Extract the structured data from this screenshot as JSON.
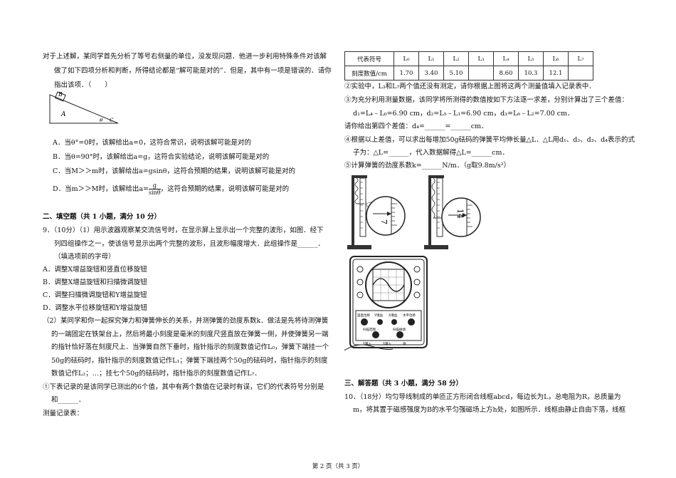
{
  "left": {
    "intro": [
      "对于上述解，某同学首先分析了等号右侧量的单位，没发现问题．他进一步利用特殊条件对该解",
      "做了如下四项分析和判断，所得结论都是“解可能是对的”．但是，其中有一项是错误的．请你",
      "指出该项．（　　）"
    ],
    "figure_labels": {
      "B": "B",
      "A": "A",
      "theta": "θ",
      "C": "C"
    },
    "options": [
      "A．当θ°=0时，该解给出a=0，这符合常识，说明该解可能是对的",
      "B．当θ=90°时，该解给出a=g，这符合实验结论，说明该解可能是对的",
      "C．当M＞＞m时，该解给出a=gsinθ，这符合预期的结果，说明该解可能是对的"
    ],
    "option_d_pre": "D．当m＞＞M时，该解给出a=",
    "option_d_num": "g",
    "option_d_den": "sinθ",
    "option_d_post": "，这符合预期的结果，说明该解可能是对的",
    "sec2_title": "二、填空题（共 1 小题，满分 10 分）",
    "q9": [
      "9．（10分）（1）用示波器观察某交流信号时，在显示屏上显示出一个完整的波形，如图．经下",
      "列四组操作之一，使该信号显示出两个完整的波形，且波形幅度增大．此组操作是______．",
      "（填选项前的字母）"
    ],
    "q9_options": [
      "A．调整X增益旋钮和竖直位移旋钮",
      "B．调整X增益旋钮和扫描微调旋钮",
      "C．调整扫描微调旋钮和Y增益旋钮",
      "D．调整水平位移旋钮和Y增益旋钮"
    ],
    "q9_2": [
      "（2）某同学和你一起探究弹力和弹簧伸长的关系，并测弹簧的劲度系数k．做法是先将待测弹簧",
      "的一端固定在铁架台上，然后将最小刻度是毫米的刻度尺竖直放在弹簧一侧，并使弹簧另一端",
      "的指针恰好落在刻度尺上．当弹簧自然下垂时，指针指示的刻度数值记作L₀，弹簧下端挂一个",
      "50g的砝码时，指针指示的刻度数值记作L₁；弹簧下端挂两个50g的砝码时，指针指示的刻度",
      "数值记作L₂；…；挂七个50g的砝码时，指针指示的刻度数值记作L₇．",
      "①下表记录的是该同学已测出的6个值，其中有两个数值在记录时有误，它们的代表符号分别是",
      "和______．",
      "测量记录表："
    ]
  },
  "table": {
    "header_label": "代表符号",
    "symbols": [
      "L₀",
      "L₁",
      "L₂",
      "L₃",
      "L₄",
      "L₅",
      "L₆",
      "L₇"
    ],
    "row_label": "刻度数值/cm",
    "values": [
      "1.70",
      "3.40",
      "5.10",
      "",
      "8.60",
      "10.3",
      "12.1",
      ""
    ]
  },
  "right": {
    "lines": [
      "②实验中，L₃和L₇两个值还没有测定，请你根据上图将这两个测量值填入记录表中．",
      "③为充分利用测量数据，该同学将所测得的数值按如下方法逐一求差，分别计算出了三个差值：",
      "d₁=L₄﹣L₀=6.90 cm，d₂=L₅﹣L₁=6.90 cm，d₃=L₆﹣L₂=7.00 cm．",
      "请你给出第四个差值：d₄=______=______cm．",
      "④根据以上差值，可以求出每增加50g砝码的弹簧平均伸长量△L．△L用d₁、d₂、d₃、d₄表示的式",
      "子为：△L=______，代入数据解得△L=______cm．",
      "⑤计算弹簧的劲度系数k=______N/m．（g取9.8m/s²）"
    ],
    "scale_left": "7",
    "scale_right": "14",
    "osc_labels": [
      "竖直位移",
      "Y增益",
      "X增益",
      "水平位移",
      "扫描范围",
      "扫描微调",
      "Y输入",
      "X输入",
      "地"
    ],
    "sec3_title": "三、解答题（共 3 小题，满分 58 分）",
    "q10": [
      "10．（18分）均匀导线制成的单匝正方形闭合线框abcd，每边长为L，总电阻为R，总质量为",
      "m，将其置于磁感强度为B的水平匀强磁场上方h处，如图所示．线框由静止自由下落，线框"
    ]
  },
  "footer": "第 2 页（共 3 页）"
}
